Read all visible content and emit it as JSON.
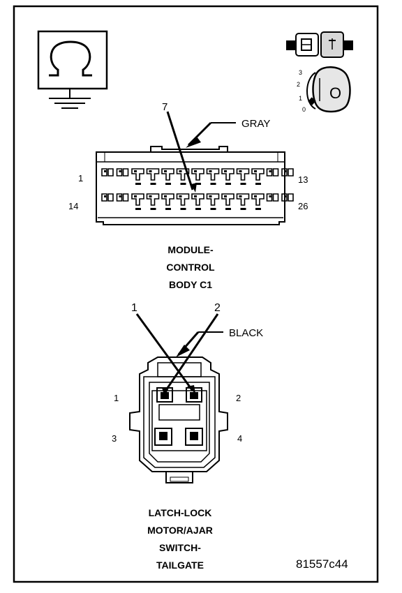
{
  "connector_top": {
    "pointer_pin": "7",
    "color": "GRAY",
    "pin_first_row_left": "1",
    "pin_first_row_right": "13",
    "pin_second_row_left": "14",
    "pin_second_row_right": "26",
    "name_lines": [
      "MODULE-",
      "CONTROL",
      "BODY C1"
    ]
  },
  "connector_bottom": {
    "pointer_pins": [
      "1",
      "2"
    ],
    "color": "BLACK",
    "pin_labels": [
      "1",
      "2",
      "3",
      "4"
    ],
    "name_lines": [
      "LATCH-LOCK",
      "MOTOR/AJAR",
      "SWITCH-",
      "TAILGATE"
    ]
  },
  "key_switch": {
    "positions": [
      "3",
      "2",
      "1",
      "0"
    ],
    "key_face": "O"
  },
  "figure_id": "81557c44",
  "icons": [
    "ground-symbol-icon",
    "connector-plug-icon",
    "ignition-key-icon"
  ]
}
